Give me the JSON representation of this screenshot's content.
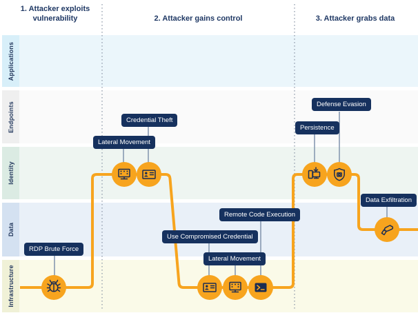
{
  "phases": [
    {
      "label": "1. Attacker exploits vulnerability"
    },
    {
      "label": "2. Attacker gains control"
    },
    {
      "label": "3. Attacker grabs data"
    }
  ],
  "lanes": [
    {
      "label": "Applications"
    },
    {
      "label": "Endpoints"
    },
    {
      "label": "Identity"
    },
    {
      "label": "Data"
    },
    {
      "label": "Infrastructure"
    }
  ],
  "events": [
    {
      "label": "RDP Brute Force",
      "icon": "bug-icon",
      "lane": "Infrastructure",
      "phase": "1"
    },
    {
      "label": "Lateral Movement",
      "icon": "remote-desktop-icon",
      "lane": "Identity",
      "phase": "2"
    },
    {
      "label": "Credential Theft",
      "icon": "credential-badge-icon",
      "lane": "Identity",
      "phase": "2"
    },
    {
      "label": "Use Compromised Credential",
      "icon": "credential-badge-icon",
      "lane": "Infrastructure",
      "phase": "2"
    },
    {
      "label": "Lateral Movement",
      "icon": "remote-desktop-icon",
      "lane": "Infrastructure",
      "phase": "2"
    },
    {
      "label": "Remote Code Execution",
      "icon": "terminal-icon",
      "lane": "Infrastructure",
      "phase": "2"
    },
    {
      "label": "Persistence",
      "icon": "install-icon",
      "lane": "Identity",
      "phase": "3"
    },
    {
      "label": "Defense Evasion",
      "icon": "shield-camera-icon",
      "lane": "Identity",
      "phase": "3"
    },
    {
      "label": "Data Exfiltration",
      "icon": "grab-hand-icon",
      "lane": "Data",
      "phase": "3"
    }
  ],
  "colors": {
    "path_orange": "#F7A41E",
    "label_navy": "#16315E",
    "header_navy": "#1F3864",
    "icon_navy": "#1B2D52",
    "connector_gray": "#8093AC",
    "separator_gray": "#8C97A8",
    "lane_applications_tab": "#D8EFF9",
    "lane_applications_body": "#EBF6FB",
    "lane_endpoints_tab": "#EFEFEF",
    "lane_endpoints_body": "#FAFAFA",
    "lane_identity_tab": "#DBEBE3",
    "lane_identity_body": "#EEF5F1",
    "lane_data_tab": "#D4E1F1",
    "lane_data_body": "#E9F0F8",
    "lane_infrastructure_tab": "#F0F1D7",
    "lane_infrastructure_body": "#FAFAE8"
  }
}
